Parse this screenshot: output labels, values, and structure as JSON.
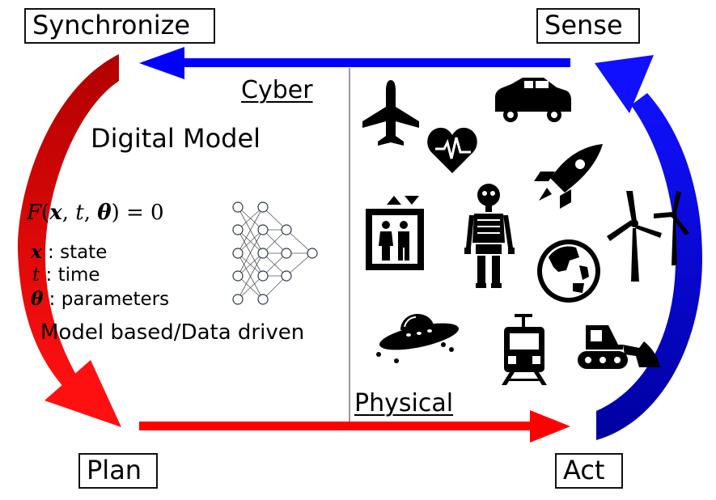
{
  "stages": {
    "synchronize": "Synchronize",
    "sense": "Sense",
    "plan": "Plan",
    "act": "Act"
  },
  "domains": {
    "cyber": "Cyber",
    "physical": "Physical"
  },
  "model": {
    "title": "Digital Model",
    "equation": {
      "f": "F",
      "x": "x",
      "t": "t",
      "theta": "θ",
      "rhs": " = 0"
    },
    "legend": [
      {
        "symbol": "x",
        "text": " : state"
      },
      {
        "symbol": "t",
        "text": " : time"
      },
      {
        "symbol": "θ",
        "text": " : parameters"
      }
    ],
    "approach": "Model based/Data driven"
  },
  "colors": {
    "cyber_arrow": "#0000ff",
    "physical_arrow": "#ff0000",
    "sync_arrow_dark": "#c00000",
    "act_arrow_dark": "#0000a0"
  },
  "icons": [
    "airplane-icon",
    "heart-rate-icon",
    "car-icon",
    "rocket-icon",
    "elevator-icon",
    "skeleton-icon",
    "wind-turbine-icon",
    "globe-icon",
    "ufo-icon",
    "train-icon",
    "bulldozer-icon",
    "neural-network-icon"
  ]
}
